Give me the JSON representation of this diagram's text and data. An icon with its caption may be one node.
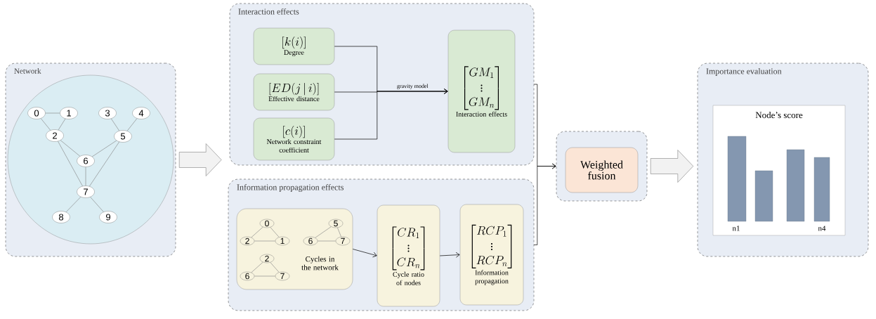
{
  "diagram": {
    "nodes": [
      {
        "text": [
          "Network"
        ]
      },
      {
        "text": [],
        "shape": "circle",
        "in": 0
      },
      {
        "text": [
          "0"
        ],
        "in": 1
      },
      {
        "text": [
          "1"
        ],
        "in": 1
      },
      {
        "text": [
          "2"
        ],
        "in": 1
      },
      {
        "text": [
          "3"
        ],
        "in": 1
      },
      {
        "text": [
          "4"
        ],
        "in": 1
      },
      {
        "text": [
          "5"
        ],
        "in": 1
      },
      {
        "text": [
          "6"
        ],
        "in": 1
      },
      {
        "text": [
          "7"
        ],
        "in": 1
      },
      {
        "text": [
          "8"
        ],
        "in": 1
      },
      {
        "text": [
          "9"
        ],
        "in": 1
      },
      {
        "text": [
          "Interaction effects"
        ]
      },
      {
        "text": [
          "\\left[k(i)\\right]",
          "Degree"
        ],
        "in": 12
      },
      {
        "text": [
          "\\left[ED(j\\,|\\,i)\\right]",
          "Effective distance"
        ],
        "in": 12
      },
      {
        "text": [
          "\\left[c(i)\\right]",
          "Network constraint coefficient"
        ],
        "in": 12
      },
      {
        "text": [
          "\\begin{bmatrix}GM_1\\\\ \\vdots\\\\ GM_n\\end{bmatrix}",
          "Interaction effects"
        ],
        "in": 12
      },
      {
        "text": [
          "Information propagation effects"
        ]
      },
      {
        "text": [
          "Cycles in the network"
        ],
        "in": 17
      },
      {
        "text": [
          "0"
        ],
        "in": 18
      },
      {
        "text": [
          "2"
        ],
        "in": 18
      },
      {
        "text": [
          "1"
        ],
        "in": 18
      },
      {
        "text": [
          "5"
        ],
        "in": 18
      },
      {
        "text": [
          "6"
        ],
        "in": 18
      },
      {
        "text": [
          "7"
        ],
        "in": 18
      },
      {
        "text": [
          "2"
        ],
        "in": 18
      },
      {
        "text": [
          "6"
        ],
        "in": 18
      },
      {
        "text": [
          "7"
        ],
        "in": 18
      },
      {
        "text": [
          "\\begin{bmatrix}CR_1\\\\ \\vdots\\\\ CR_n\\end{bmatrix}",
          "Cycle ratio of nodes"
        ],
        "in": 17
      },
      {
        "text": [
          "\\begin{bmatrix}RCP_1\\\\ \\vdots\\\\ RCP_n\\end{bmatrix}",
          "Information propagation"
        ],
        "in": 17
      },
      {
        "text": [],
        "shape": "box"
      },
      {
        "text": [
          "Weighted fusion"
        ],
        "in": 30
      },
      {
        "text": [
          "Importance evaluation"
        ]
      },
      {
        "text": [
          "Node’s score"
        ],
        "in": 32
      },
      {
        "text": [],
        "shape": "bar",
        "in": 33
      },
      {
        "text": [],
        "shape": "bar",
        "in": 33
      },
      {
        "text": [],
        "shape": "bar",
        "in": 33
      },
      {
        "text": [],
        "shape": "bar",
        "in": 33
      }
    ],
    "edges": [
      {
        "from": 2,
        "to": 3,
        "arrow": "none"
      },
      {
        "from": 2,
        "to": 4,
        "arrow": "none"
      },
      {
        "from": 3,
        "to": 4,
        "arrow": "none"
      },
      {
        "from": 5,
        "to": 7,
        "arrow": "none"
      },
      {
        "from": 6,
        "to": 7,
        "arrow": "none"
      },
      {
        "from": 4,
        "to": 8,
        "arrow": "none"
      },
      {
        "from": 4,
        "to": 9,
        "arrow": "none"
      },
      {
        "from": 7,
        "to": 8,
        "arrow": "none"
      },
      {
        "from": 7,
        "to": 9,
        "arrow": "none"
      },
      {
        "from": 8,
        "to": 9,
        "arrow": "none"
      },
      {
        "from": 9,
        "to": 10,
        "arrow": "none"
      },
      {
        "from": 9,
        "to": 11,
        "arrow": "none"
      },
      {
        "from": 19,
        "to": 20,
        "arrow": "none"
      },
      {
        "from": 19,
        "to": 21,
        "arrow": "none"
      },
      {
        "from": 20,
        "to": 21,
        "arrow": "none"
      },
      {
        "from": 22,
        "to": 23,
        "arrow": "none"
      },
      {
        "from": 22,
        "to": 24,
        "arrow": "none"
      },
      {
        "from": 23,
        "to": 24,
        "arrow": "none"
      },
      {
        "from": 25,
        "to": 26,
        "arrow": "none"
      },
      {
        "from": 25,
        "to": 27,
        "arrow": "none"
      },
      {
        "from": 26,
        "to": 27,
        "arrow": "none"
      },
      {
        "from": 13,
        "to": 16,
        "arrow": "to",
        "color": "#000000"
      },
      {
        "from": 14,
        "to": 16,
        "arrow": "to",
        "label": "gravity model",
        "color": "#000000"
      },
      {
        "from": 15,
        "to": 16,
        "arrow": "to",
        "color": "#000000"
      },
      {
        "from": 12,
        "to": 30,
        "arrow": "to",
        "color": "#000000"
      },
      {
        "from": 17,
        "to": 30,
        "arrow": "to",
        "color": "#000000"
      },
      {
        "from": 18,
        "to": 28,
        "arrow": "to",
        "color": "#000000"
      },
      {
        "from": 28,
        "to": 29,
        "arrow": "to",
        "color": "#000000"
      },
      {
        "from": 0,
        "to": null,
        "arrow": "to"
      },
      {
        "from": 30,
        "to": 32,
        "arrow": "to"
      }
    ],
    "labels": [
      "n1",
      "n4"
    ]
  }
}
